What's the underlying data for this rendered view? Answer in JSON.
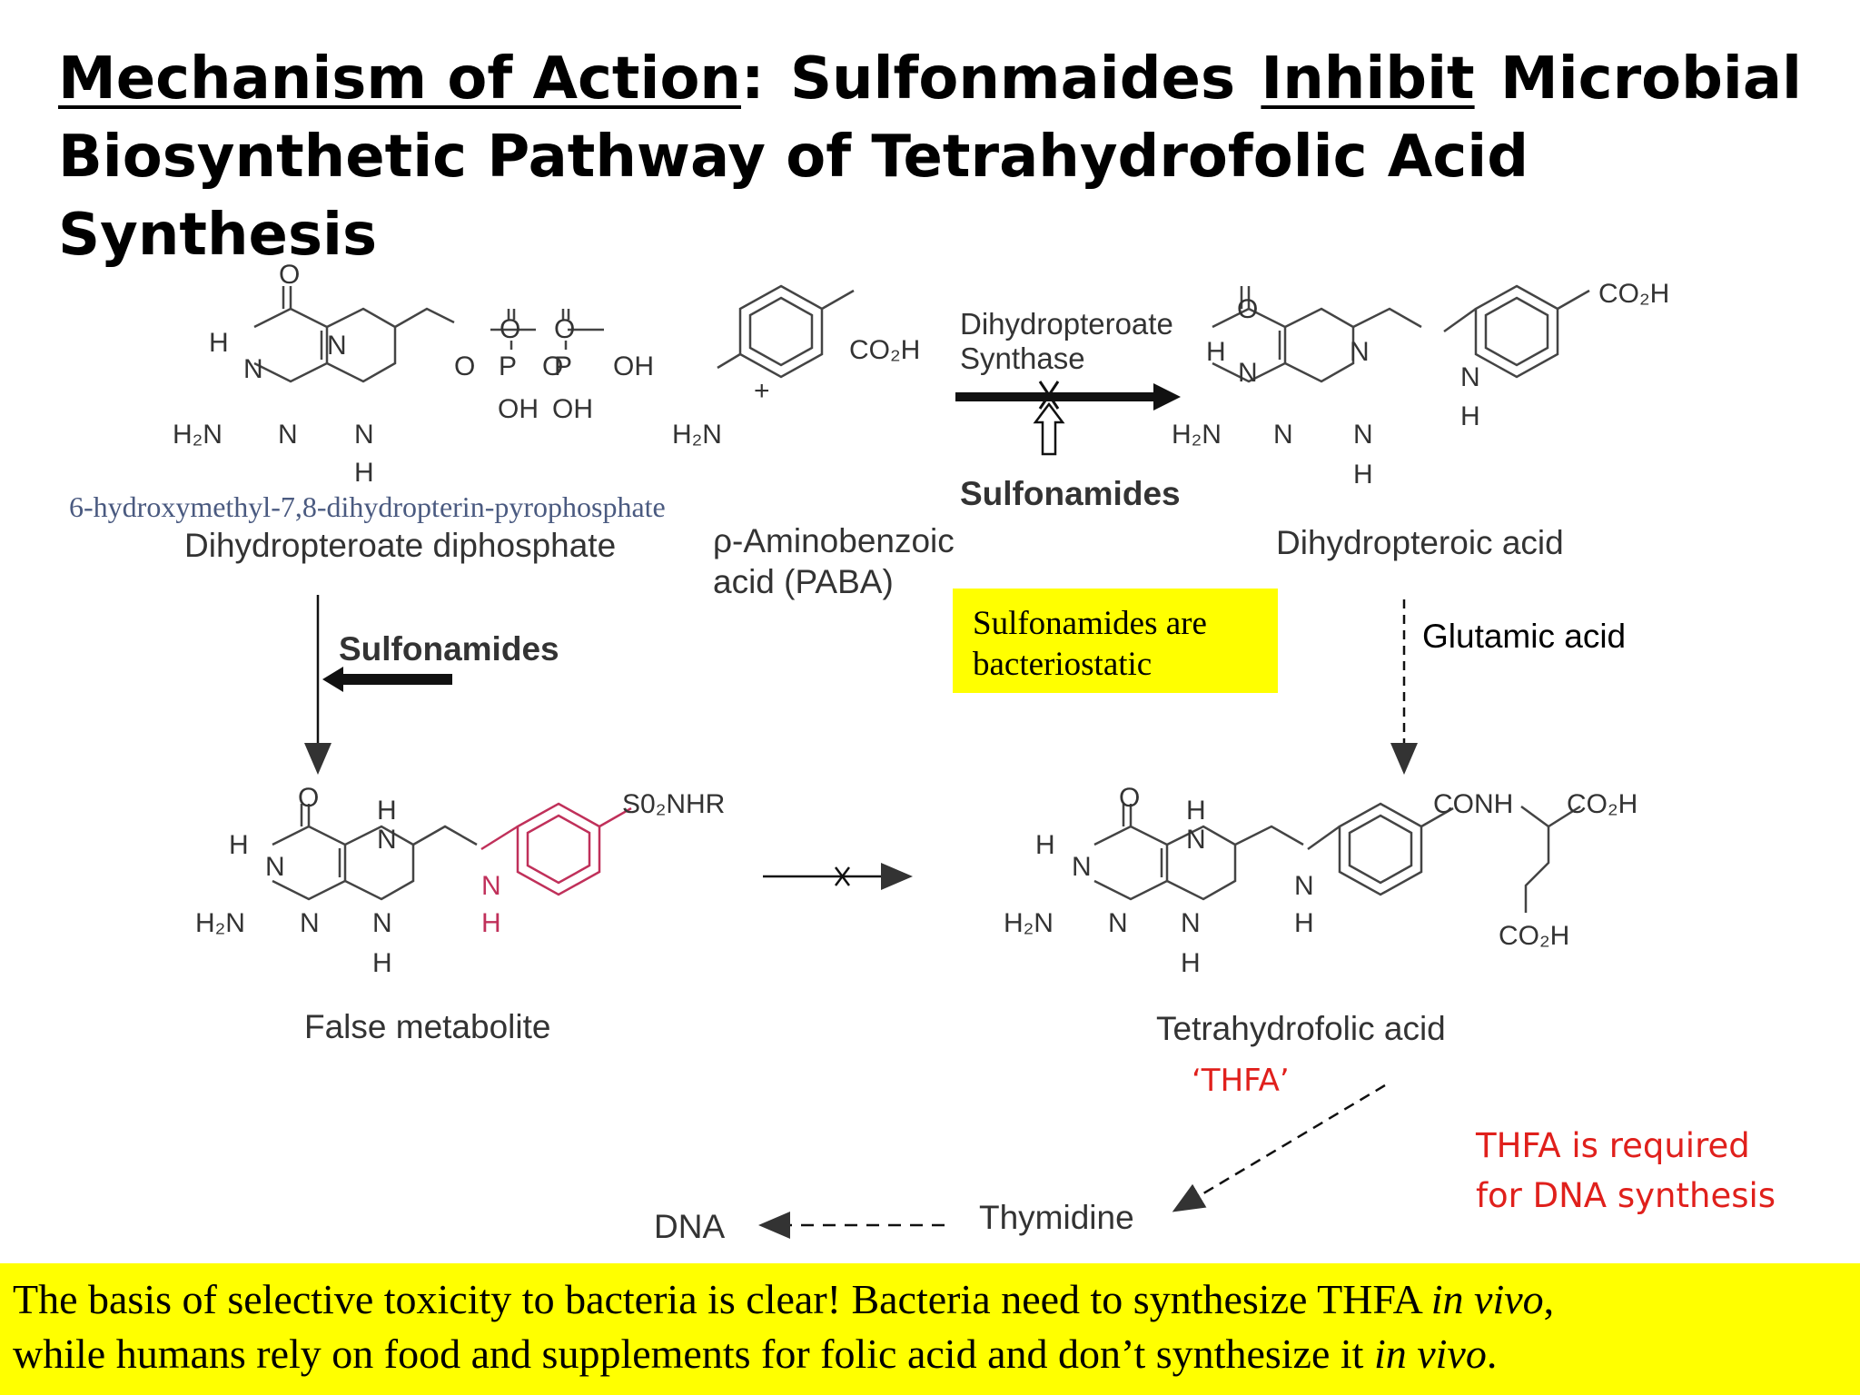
{
  "title": {
    "part1": "Mechanism of Action",
    "colon": ":",
    "part2": "Sulfonmaides",
    "part3": "Inhibit",
    "part4": "Microbial",
    "line2": "Biosynthetic Pathway of Tetrahydrofolic Acid Synthesis"
  },
  "labels": {
    "substrate_iupac": "6-hydroxymethyl-7,8-dihydropterin-pyrophosphate",
    "substrate_name": "Dihydropteroate diphosphate",
    "paba_line1": "ρ-Aminobenzoic",
    "paba_line2": "acid (PABA)",
    "enzyme_line1": "Dihydropteroate",
    "enzyme_line2": "Synthase",
    "inhibitor_top": "Sulfonamides",
    "inhibitor_left": "Sulfonamides",
    "product_name": "Dihydropteroic acid",
    "glutamic": "Glutamic acid",
    "false_metabolite": "False metabolite",
    "thf_name": "Tetrahydrofolic acid",
    "thfa_abbr": "‘THFA’",
    "thymidine": "Thymidine",
    "dna": "DNA",
    "plus": "+"
  },
  "atoms": {
    "O": "O",
    "H": "H",
    "N": "N",
    "OH": "OH",
    "P": "P",
    "H2N": "H₂N",
    "CO2H": "CO₂H",
    "SO2NHR": "S0₂NHR",
    "CONH": "CONH",
    "X": "X"
  },
  "notes": {
    "bacteriostatic_line1": "Sulfonamides are",
    "bacteriostatic_line2": "bacteriostatic",
    "thfa_required_line1": "THFA is required",
    "thfa_required_line2": "for DNA synthesis"
  },
  "footer": {
    "line1_a": "The basis of selective toxicity to bacteria is clear! Bacteria need to synthesize THFA ",
    "line1_b": "in vivo",
    "line1_c": ",",
    "line2_a": "while humans rely on food and supplements for folic acid and don’t synthesize it ",
    "line2_b": "in vivo",
    "line2_c": "."
  },
  "colors": {
    "highlight": "#ffff00",
    "accent_red": "#e0201c",
    "sulfonamide_pink": "#c0305a",
    "iupac_blue": "#4a5a80"
  }
}
